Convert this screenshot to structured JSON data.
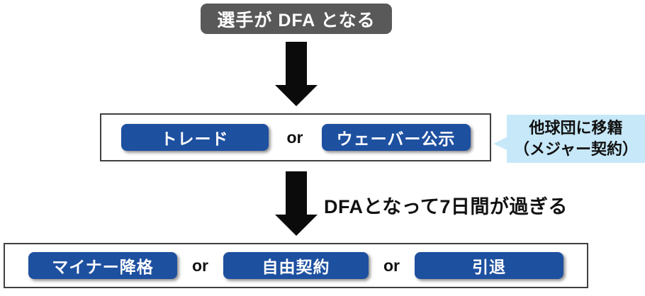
{
  "colors": {
    "box_fill_dark": "#595959",
    "box_border": "#404040",
    "button_blue": "#1e50a0",
    "callout_blue": "#c7e8f8",
    "arrow_black": "#0b0b0b"
  },
  "start_box": {
    "label": "選手が DFA となる"
  },
  "step2": {
    "or_label": "or",
    "options": [
      {
        "label": "トレード"
      },
      {
        "label": "ウェーバー公示"
      }
    ]
  },
  "callout": {
    "line1": "他球団に移籍",
    "line2": "（メジャー契約）"
  },
  "transition": {
    "label": "DFAとなって7日間が過ぎる"
  },
  "step3": {
    "or_label": "or",
    "options": [
      {
        "label": "マイナー降格"
      },
      {
        "label": "自由契約"
      },
      {
        "label": "引退"
      }
    ]
  }
}
